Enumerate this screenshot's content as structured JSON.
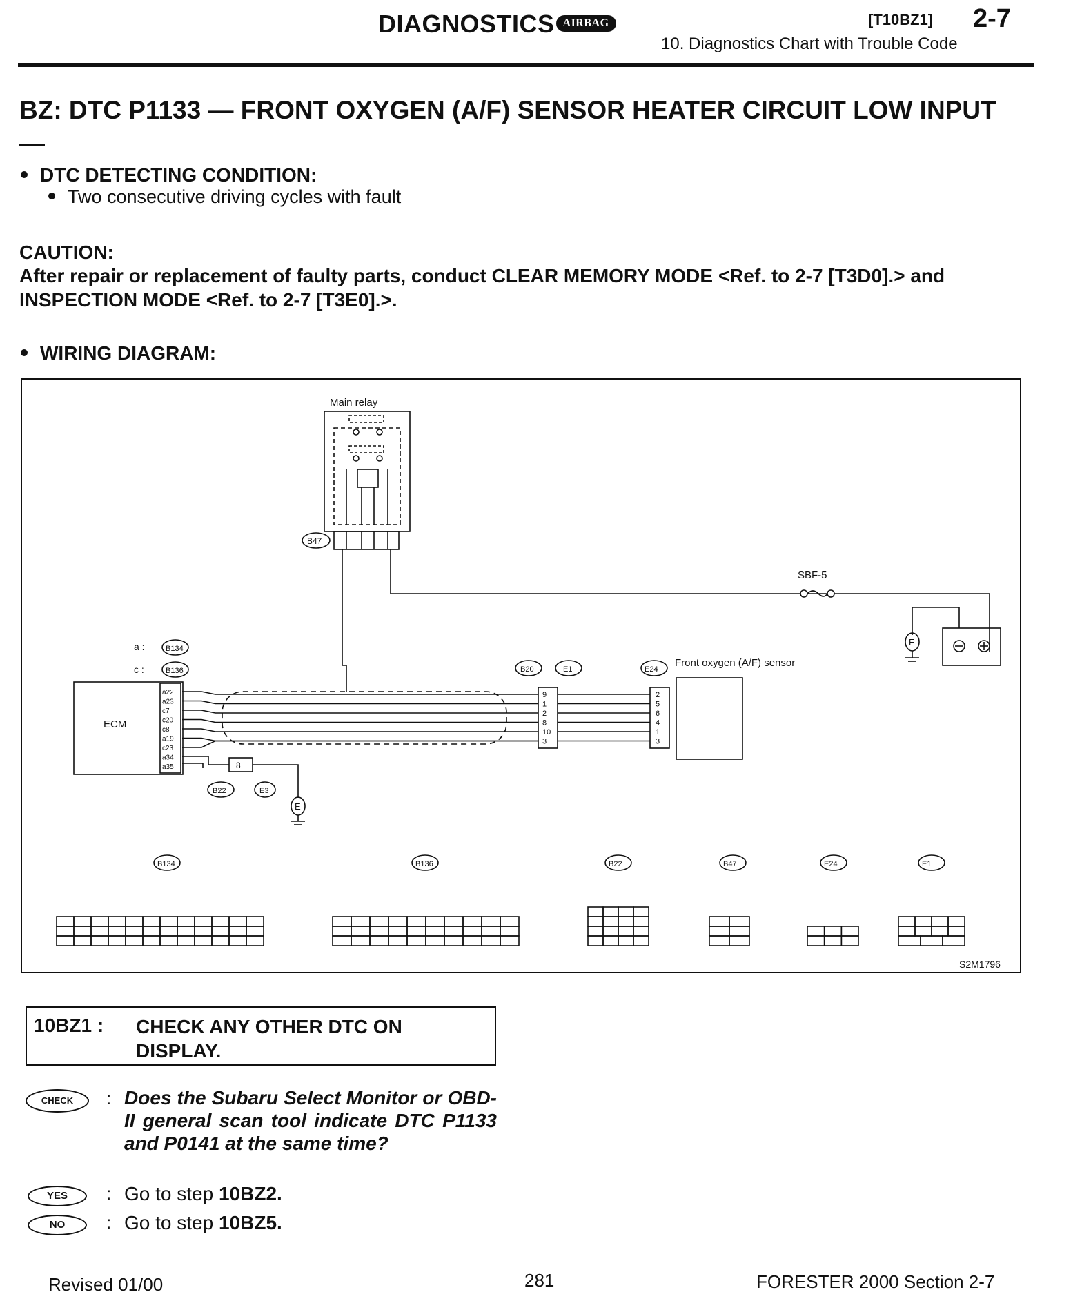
{
  "header": {
    "title": "DIAGNOSTICS",
    "badge": "AIRBAG",
    "ref": "[T10BZ1]",
    "section": "2-7",
    "subtitle": "10. Diagnostics Chart with Trouble Code"
  },
  "heading": "BZ: DTC P1133 — FRONT OXYGEN (A/F) SENSOR HEATER CIRCUIT LOW INPUT —",
  "detecting": {
    "label": "DTC DETECTING CONDITION:",
    "item": "Two consecutive driving cycles with fault"
  },
  "caution": {
    "label": "CAUTION:",
    "text": "After repair or replacement of faulty parts, conduct CLEAR MEMORY MODE <Ref. to 2-7 [T3D0].> and INSPECTION MODE <Ref. to 2-7 [T3E0].>."
  },
  "wiring": {
    "label": "WIRING DIAGRAM:",
    "main_relay": "Main relay",
    "sbf": "SBF-5",
    "ecm": "ECM",
    "sensor": "Front oxygen (A/F) sensor",
    "conn_a": "a :",
    "conn_c": "c :",
    "b134": "B134",
    "b136": "B136",
    "b47": "B47",
    "b20": "B20",
    "e1": "E1",
    "e24": "E24",
    "b22": "B22",
    "e3": "E3",
    "ground": "E",
    "ecm_pins": [
      "a22",
      "a23",
      "c7",
      "c20",
      "c8",
      "a19",
      "c23",
      "a34",
      "a35"
    ],
    "mid_pins": [
      "9",
      "1",
      "2",
      "8",
      "10",
      "3"
    ],
    "sensor_pins": [
      "2",
      "5",
      "6",
      "4",
      "1",
      "3"
    ],
    "bottom_connectors": [
      "B134",
      "B136",
      "B22",
      "B47",
      "E24",
      "E1"
    ],
    "fig_id": "S2M1796"
  },
  "step": {
    "id": "10BZ1 :",
    "title": "CHECK ANY OTHER DTC ON DISPLAY.",
    "check_label": "CHECK",
    "yes_label": "YES",
    "no_label": "NO",
    "question": "Does the Subaru Select Monitor or OBD-II general scan tool indicate DTC P1133 and P0141 at the same time?",
    "yes_prefix": "Go to step",
    "yes_target": "10BZ2.",
    "no_prefix": "Go to step",
    "no_target": "10BZ5."
  },
  "footer": {
    "revised": "Revised 01/00",
    "page": "281",
    "model": "FORESTER 2000 Section 2-7"
  }
}
